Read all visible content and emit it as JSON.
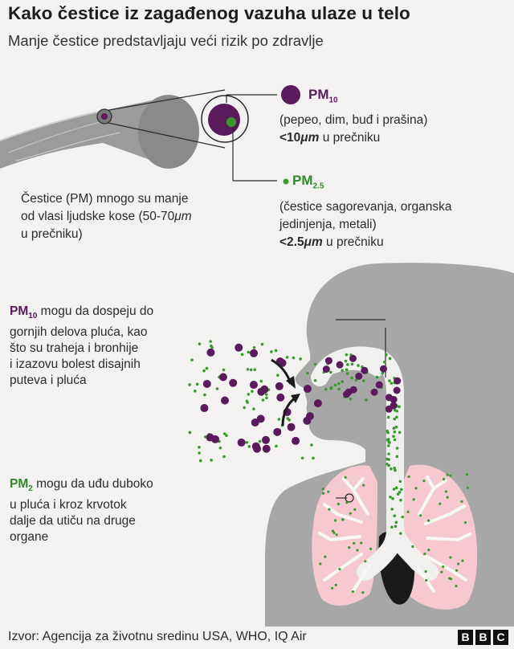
{
  "header": {
    "title": "Kako čestice iz zagađenog vazuha ulaze u telo",
    "subtitle": "Manje čestice predstavljaju veći rizik po zdravlje"
  },
  "pm10": {
    "label": "PM",
    "sub": "10",
    "desc": "(pepeo, dim, buđ i prašina)",
    "size_value": "<10",
    "size_unit": "μm",
    "size_tail": " u prečniku"
  },
  "pm25": {
    "label": "PM",
    "sub": "2.5",
    "desc_line1": "(čestice sagorevanja, organska",
    "desc_line2": "jedinjenja, metali)",
    "size_value": "<2.5",
    "size_unit": "μm",
    "size_tail": " u prečniku"
  },
  "hair": {
    "line1": "Čestice (PM) mnogo su manje",
    "line2_prefix": "od vlasi ljudske kose (50-70",
    "line2_unit": "μm",
    "line3": "u prečniku)"
  },
  "lungs_upper": {
    "label": "PM",
    "sub": "10",
    "line1_tail": " mogu da dospeju do",
    "line2": "gornjih delova pluća, kao",
    "line3": "što su traheja i bronhije",
    "line4": "i izazovu bolest disajnih",
    "line5": "puteva i pluća"
  },
  "lungs_deep": {
    "label": "PM",
    "sub": "2",
    "line1_tail": " mogu da uđu duboko",
    "line2": "u pluća i kroz krvotok",
    "line3": "dalje da utiču na druge",
    "line4": "organe"
  },
  "footer": {
    "source": "Izvor: Agencija za životnu sredinu USA, WHO, IQ Air",
    "logo": [
      "B",
      "B",
      "C"
    ]
  },
  "colors": {
    "purple": "#5a1a5c",
    "green": "#3a9a2e",
    "silhouette": "#a7a7a7",
    "lung_pink": "#f5c9cf",
    "heart": "#1a1a1a"
  }
}
